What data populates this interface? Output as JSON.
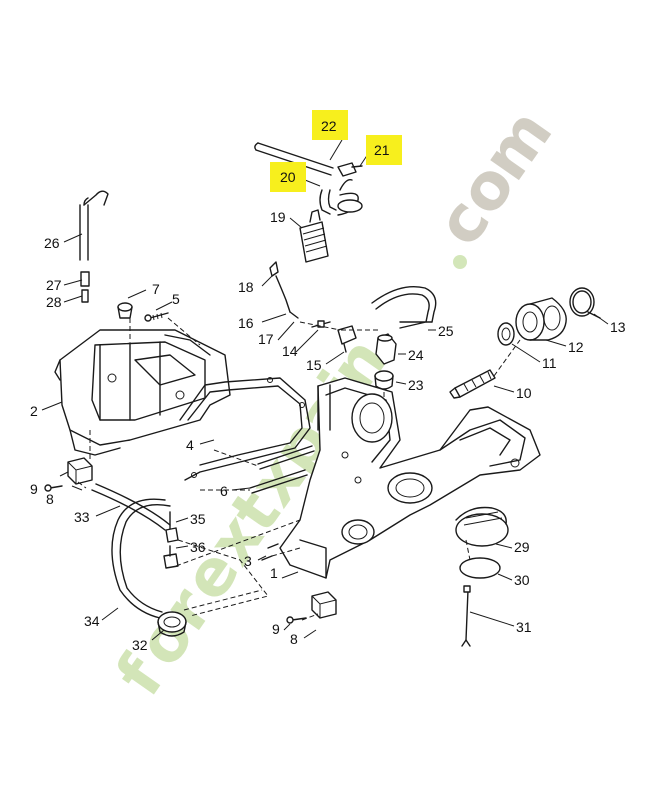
{
  "watermark": {
    "text_letters": [
      "f",
      "o",
      "r",
      "e",
      "x",
      "t",
      "x",
      "p",
      "a",
      "i",
      "n"
    ],
    "dot": ".",
    "suffix_letters": [
      "c",
      "o",
      "m"
    ],
    "color_main": "#b6d58a",
    "color_suffix": "#b9b3a4"
  },
  "highlight_color": "#f7ef1d",
  "labels": {
    "p1": "1",
    "p2": "2",
    "p3": "3",
    "p4": "4",
    "p5": "5",
    "p6": "6",
    "p7": "7",
    "p8a": "8",
    "p8b": "8",
    "p9a": "9",
    "p9b": "9",
    "p10": "10",
    "p11": "11",
    "p12": "12",
    "p13": "13",
    "p14": "14",
    "p15": "15",
    "p16": "16",
    "p17": "17",
    "p18": "18",
    "p19": "19",
    "p20": "20",
    "p21": "21",
    "p22": "22",
    "p23": "23",
    "p24": "24",
    "p25": "25",
    "p26": "26",
    "p27": "27",
    "p28": "28",
    "p29": "29",
    "p30": "30",
    "p31": "31",
    "p32": "32",
    "p33": "33",
    "p34": "34",
    "p35": "35",
    "p36": "36"
  }
}
